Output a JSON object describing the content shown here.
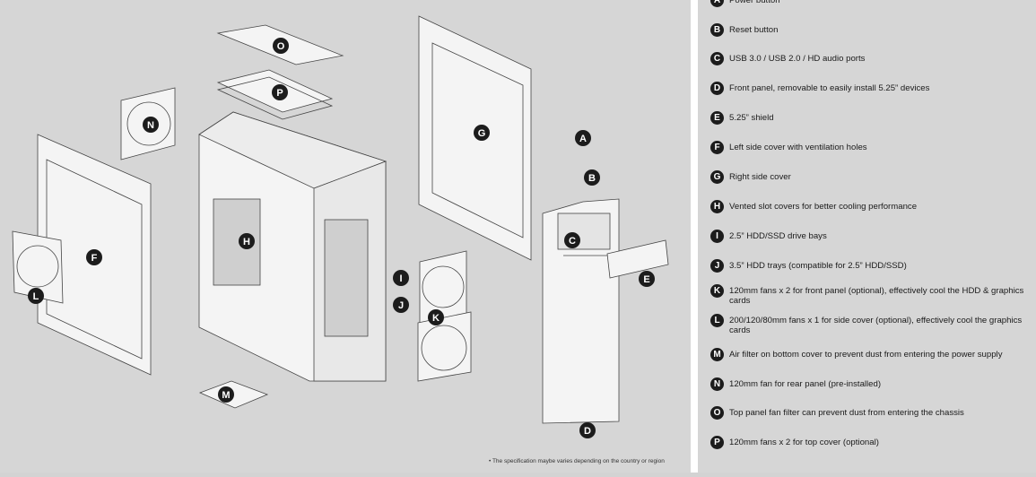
{
  "legend": [
    {
      "letter": "A",
      "text": "Power button"
    },
    {
      "letter": "B",
      "text": "Reset button"
    },
    {
      "letter": "C",
      "text": "USB 3.0 / USB 2.0 / HD audio ports"
    },
    {
      "letter": "D",
      "text": "Front panel, removable to easily install 5.25” devices"
    },
    {
      "letter": "E",
      "text": "5.25” shield"
    },
    {
      "letter": "F",
      "text": "Left side cover with ventilation holes"
    },
    {
      "letter": "G",
      "text": "Right side cover"
    },
    {
      "letter": "H",
      "text": "Vented slot covers for better cooling performance"
    },
    {
      "letter": "I",
      "text": "2.5” HDD/SSD drive bays"
    },
    {
      "letter": "J",
      "text": "3.5” HDD trays (compatible for 2.5” HDD/SSD)"
    },
    {
      "letter": "K",
      "text": "120mm fans x 2 for front panel (optional), effectively cool the HDD & graphics cards"
    },
    {
      "letter": "L",
      "text": "200/120/80mm fans x 1 for side cover (optional), effectively cool the graphics cards"
    },
    {
      "letter": "M",
      "text": "Air filter on bottom cover to prevent dust from entering the power supply"
    },
    {
      "letter": "N",
      "text": "120mm fan for rear panel (pre-installed)"
    },
    {
      "letter": "O",
      "text": "Top panel fan filter can prevent dust from entering the chassis"
    },
    {
      "letter": "P",
      "text": "120mm fans x 2 for top cover (optional)"
    }
  ],
  "diagram_labels": [
    "A",
    "B",
    "C",
    "D",
    "E",
    "F",
    "G",
    "H",
    "I",
    "J",
    "K",
    "L",
    "M",
    "N",
    "O",
    "P"
  ],
  "footnote": "• The specification maybe varies depending on the country or region",
  "colors": {
    "badge": "#1c1c1c",
    "background": "#d6d6d6",
    "divider": "#ffffff"
  }
}
